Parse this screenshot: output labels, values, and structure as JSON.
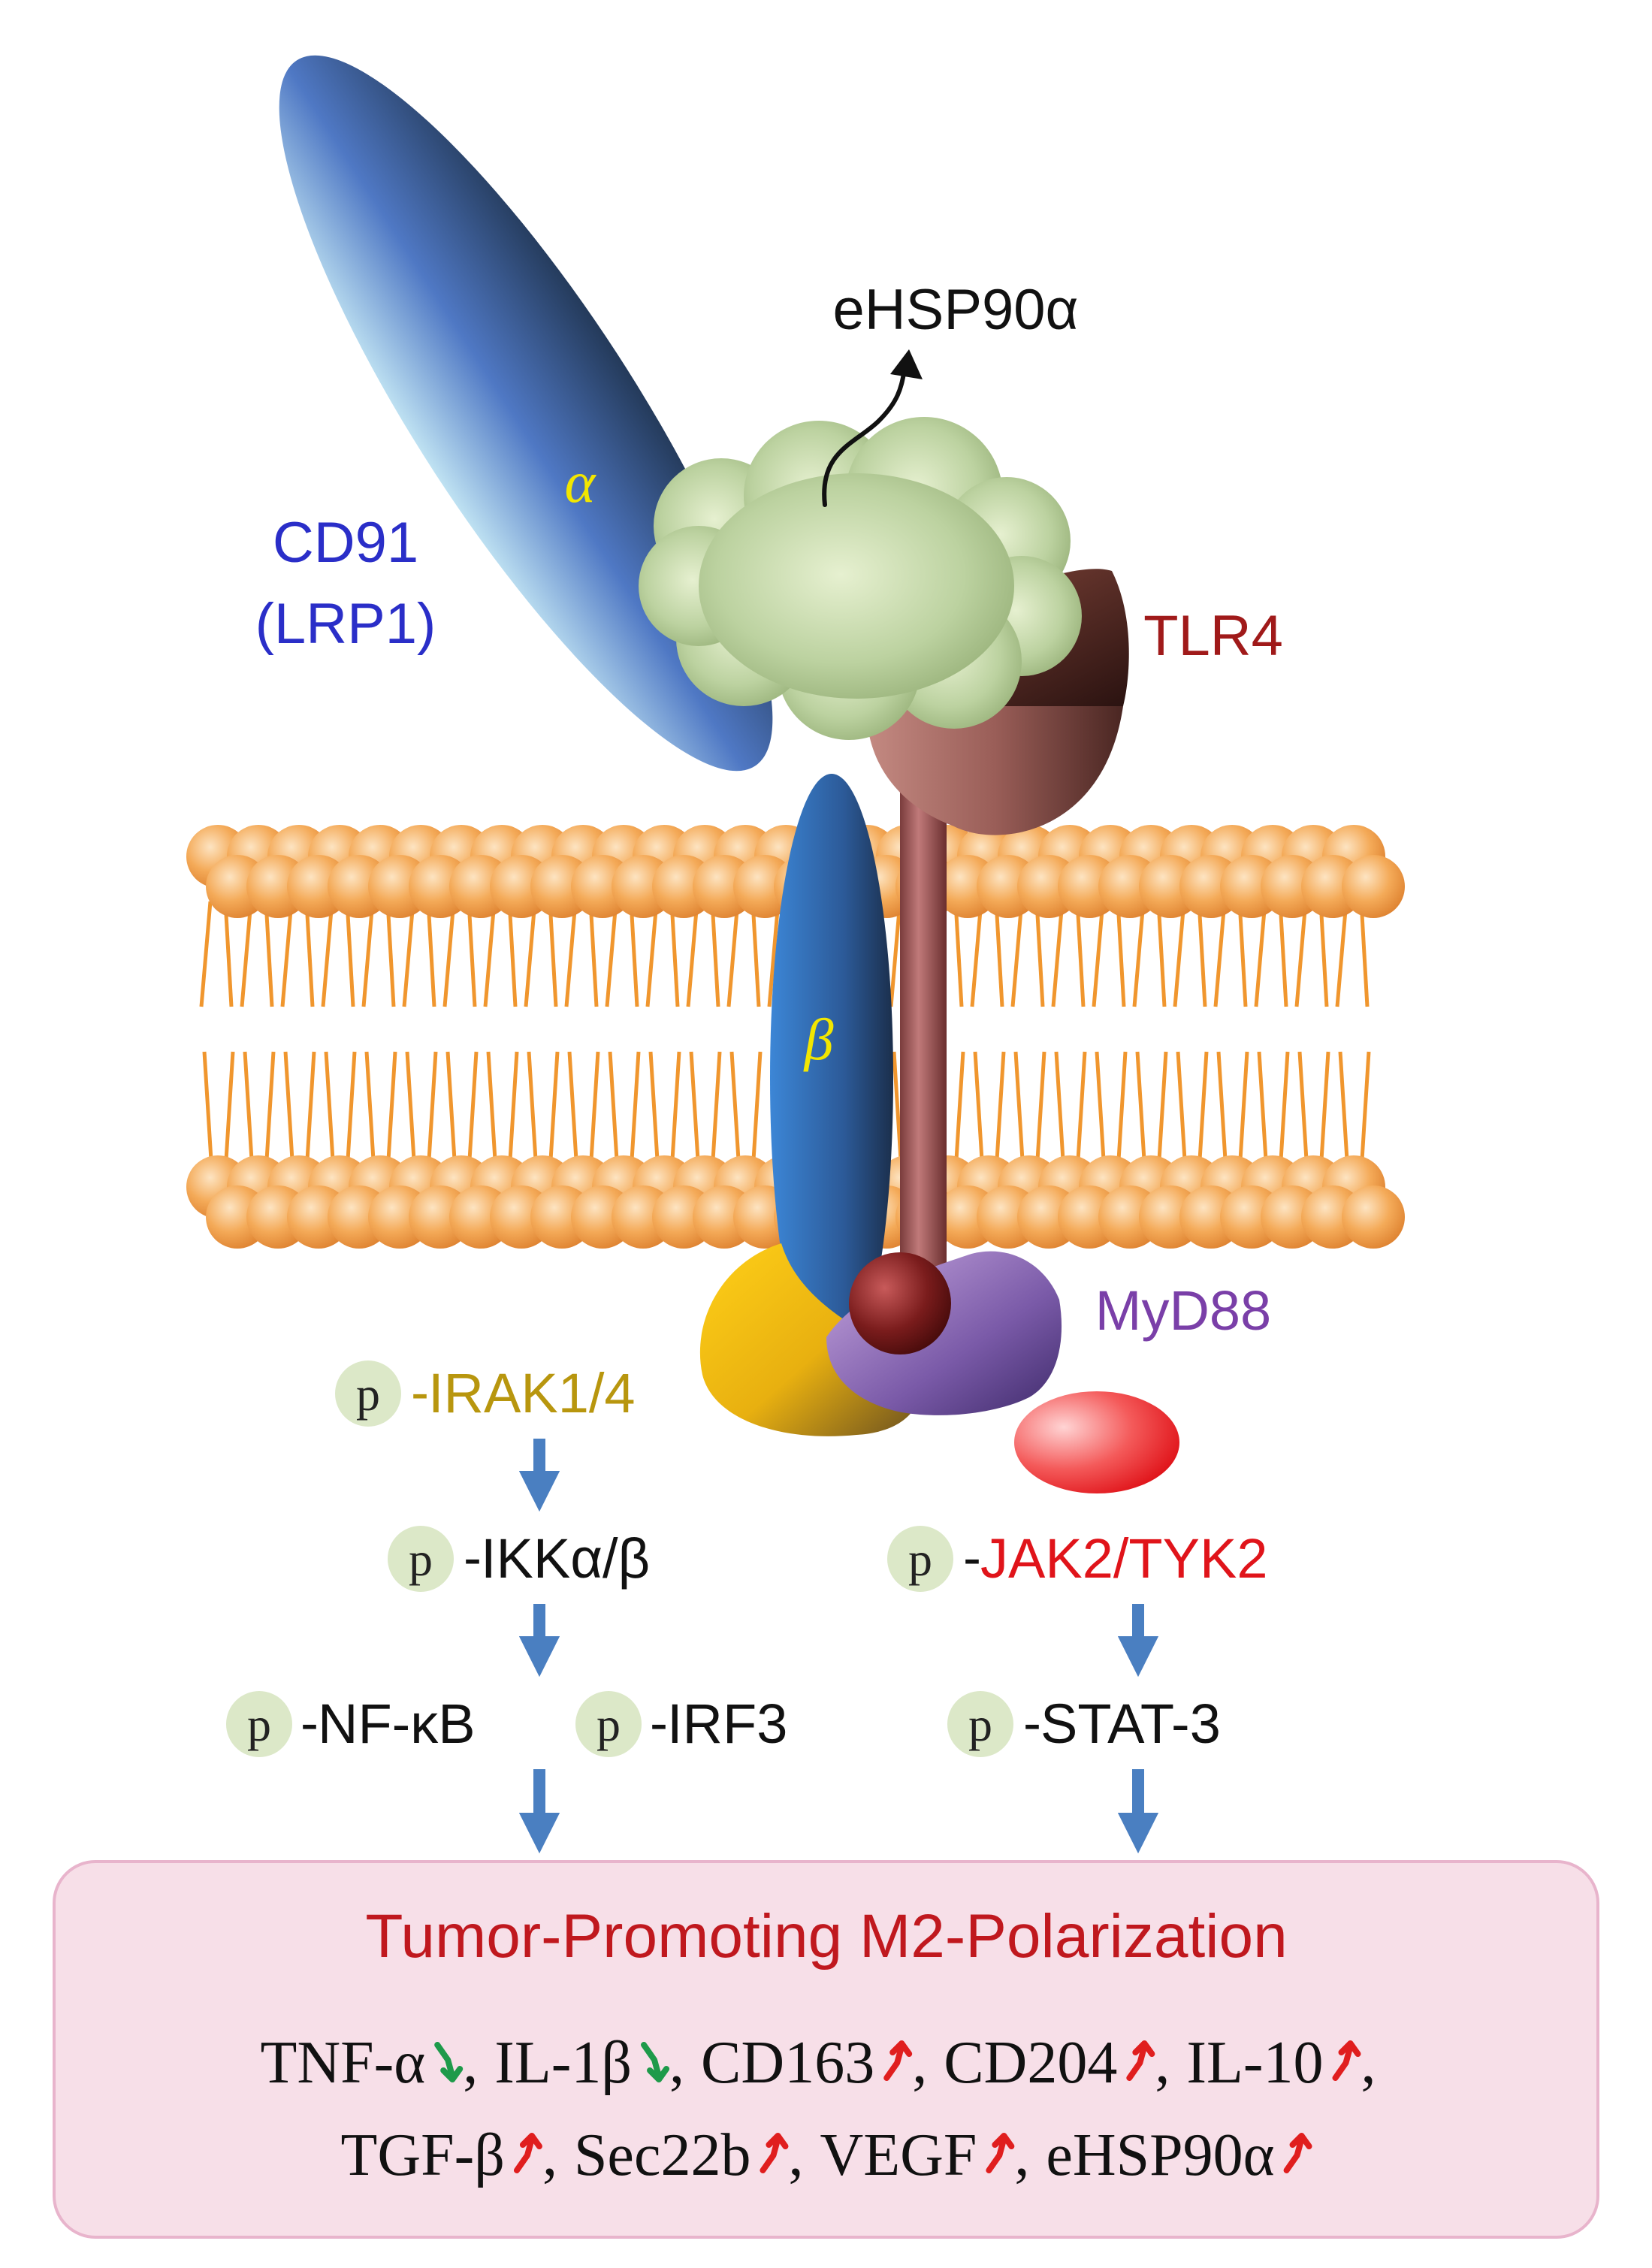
{
  "labels": {
    "ehsp90a_top": "eHSP90α",
    "cd91_line1": "CD91",
    "cd91_line2": "(LRP1)",
    "alpha": "α",
    "beta": "β",
    "tlr4": "TLR4",
    "myd88": "MyD88",
    "p_badge": "p",
    "dash": "-",
    "irak": "IRAK1/4",
    "ikk": "IKKα/β",
    "nfkb": "NF-κB",
    "irf3": "IRF3",
    "jak": "JAK2/TYK2",
    "stat3": "STAT-3"
  },
  "result_box": {
    "title": "Tumor-Promoting M2-Polarization",
    "markers": [
      {
        "name": "TNF-α",
        "trend": "down"
      },
      {
        "name": "IL-1β",
        "trend": "down"
      },
      {
        "name": "CD163",
        "trend": "up"
      },
      {
        "name": "CD204",
        "trend": "up"
      },
      {
        "name": "IL-10",
        "trend": "up"
      },
      {
        "name": "TGF-β",
        "trend": "up"
      },
      {
        "name": "Sec22b",
        "trend": "up"
      },
      {
        "name": "VEGF",
        "trend": "up"
      },
      {
        "name": "eHSP90α",
        "trend": "up"
      }
    ]
  },
  "colors": {
    "cd91_label": "#2a2ec8",
    "greek_label": "#f2e600",
    "tlr4_label": "#a01a1a",
    "myd88_label": "#7a3fa8",
    "irak_label": "#b8960e",
    "jak_label": "#e0141a",
    "title_red": "#c0181e",
    "arrow_blue": "#4a7fc1",
    "up_arrow": "#e01e1e",
    "down_arrow": "#1e9a4a",
    "box_fill": "#f7dfe8",
    "box_stroke": "#e8b4cc",
    "badge_fill": "#dce8c8",
    "lipid_head": "#f2a24e",
    "lipid_tail": "#f0962e"
  }
}
